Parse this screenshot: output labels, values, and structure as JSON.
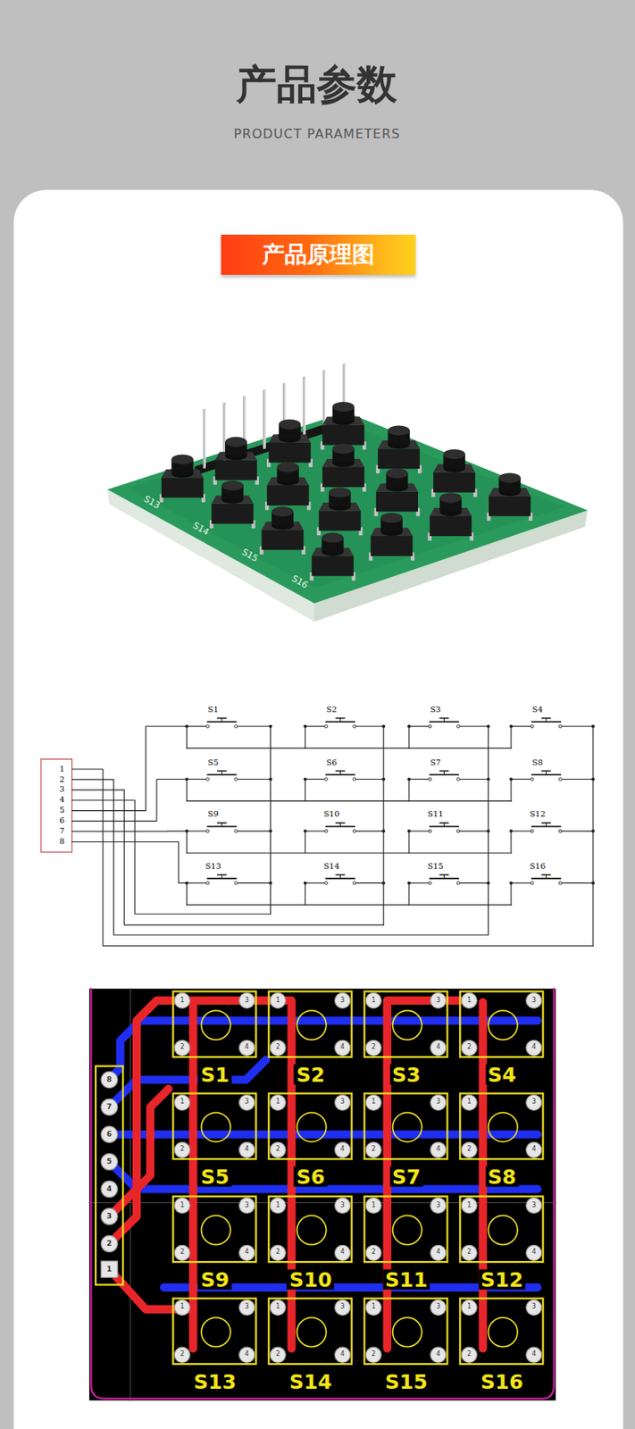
{
  "diagram": {
    "title": "产品参数",
    "nodes": [
      {
        "text": [
          "产品原理图"
        ]
      }
    ],
    "labels": [
      "PRODUCT PARAMETERS",
      "S13",
      "S14",
      "S15",
      "S16",
      "1",
      "2",
      "3",
      "4",
      "5",
      "6",
      "7",
      "8",
      "S1",
      "S2",
      "S3",
      "S4",
      "S5",
      "S6",
      "S7",
      "S8",
      "S9",
      "S10",
      "S11",
      "S12",
      "S13",
      "S14",
      "S15",
      "S16",
      "8",
      "7",
      "6",
      "5",
      "4",
      "3",
      "2",
      "1",
      "1",
      "3",
      "2",
      "4",
      "1",
      "3",
      "2",
      "4",
      "1",
      "3",
      "2",
      "4",
      "1",
      "3",
      "2",
      "4",
      "1",
      "3",
      "2",
      "4",
      "1",
      "3",
      "2",
      "4",
      "1",
      "3",
      "2",
      "4",
      "1",
      "3",
      "2",
      "4",
      "1",
      "3",
      "2",
      "4",
      "1",
      "3",
      "2",
      "4",
      "1",
      "3",
      "2",
      "4",
      "1",
      "3",
      "2",
      "4",
      "1",
      "3",
      "2",
      "4",
      "1",
      "3",
      "2",
      "4",
      "1",
      "3",
      "2",
      "4",
      "1",
      "3",
      "2",
      "4",
      "S1",
      "S2",
      "S3",
      "S4",
      "S5",
      "S6",
      "S7",
      "S8",
      "S9",
      "S10",
      "S11",
      "S12",
      "S13",
      "S14",
      "S15",
      "S16"
    ]
  }
}
